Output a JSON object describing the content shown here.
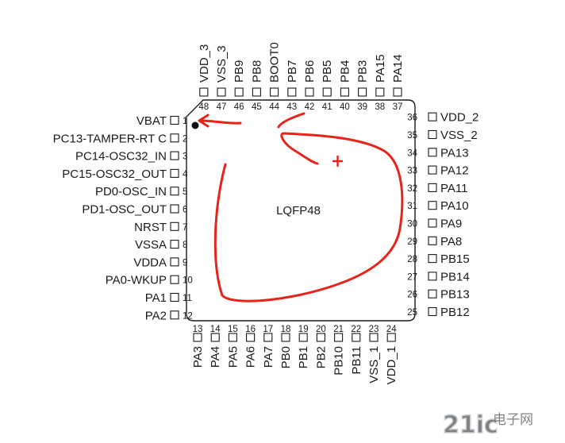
{
  "package": {
    "label": "LQFP48"
  },
  "pins": {
    "left": [
      {
        "num": "1",
        "name": "VBAT"
      },
      {
        "num": "2",
        "name": "PC13-TAMPER-RT C"
      },
      {
        "num": "3",
        "name": "PC14-OSC32_IN"
      },
      {
        "num": "4",
        "name": "PC15-OSC32_OUT"
      },
      {
        "num": "5",
        "name": "PD0-OSC_IN"
      },
      {
        "num": "6",
        "name": "PD1-OSC_OUT"
      },
      {
        "num": "7",
        "name": "NRST"
      },
      {
        "num": "8",
        "name": "VSSA"
      },
      {
        "num": "9",
        "name": "VDDA"
      },
      {
        "num": "10",
        "name": "PA0-WKUP"
      },
      {
        "num": "11",
        "name": "PA1"
      },
      {
        "num": "12",
        "name": "PA2"
      }
    ],
    "bottom": [
      {
        "num": "13",
        "name": "PA3"
      },
      {
        "num": "14",
        "name": "PA4"
      },
      {
        "num": "15",
        "name": "PA5"
      },
      {
        "num": "16",
        "name": "PA6"
      },
      {
        "num": "17",
        "name": "PA7"
      },
      {
        "num": "18",
        "name": "PB0"
      },
      {
        "num": "19",
        "name": "PB1"
      },
      {
        "num": "20",
        "name": "PB2"
      },
      {
        "num": "21",
        "name": "PB10"
      },
      {
        "num": "22",
        "name": "PB11"
      },
      {
        "num": "23",
        "name": "VSS_1"
      },
      {
        "num": "24",
        "name": "VDD_1"
      }
    ],
    "right": [
      {
        "num": "25",
        "name": "PB12"
      },
      {
        "num": "26",
        "name": "PB13"
      },
      {
        "num": "27",
        "name": "PB14"
      },
      {
        "num": "28",
        "name": "PB15"
      },
      {
        "num": "29",
        "name": "PA8"
      },
      {
        "num": "30",
        "name": "PA9"
      },
      {
        "num": "31",
        "name": "PA10"
      },
      {
        "num": "32",
        "name": "PA11"
      },
      {
        "num": "33",
        "name": "PA12"
      },
      {
        "num": "34",
        "name": "PA13"
      },
      {
        "num": "35",
        "name": "VSS_2"
      },
      {
        "num": "36",
        "name": "VDD_2"
      }
    ],
    "top": [
      {
        "num": "37",
        "name": "PA14"
      },
      {
        "num": "38",
        "name": "PA15"
      },
      {
        "num": "39",
        "name": "PB3"
      },
      {
        "num": "40",
        "name": "PB4"
      },
      {
        "num": "41",
        "name": "PB5"
      },
      {
        "num": "42",
        "name": "PB6"
      },
      {
        "num": "43",
        "name": "PB7"
      },
      {
        "num": "44",
        "name": "BOOT0"
      },
      {
        "num": "45",
        "name": "PB8"
      },
      {
        "num": "46",
        "name": "PB9"
      },
      {
        "num": "47",
        "name": "VSS_3"
      },
      {
        "num": "48",
        "name": "VDD_3"
      }
    ]
  },
  "annotation": {
    "color": "#e8231a",
    "meaning": "pin numbering direction (counter-clockwise)"
  },
  "colors": {
    "ink": "#1a1a1a",
    "annotation": "#e8231a"
  },
  "watermark": {
    "text": "21ic电子网"
  }
}
